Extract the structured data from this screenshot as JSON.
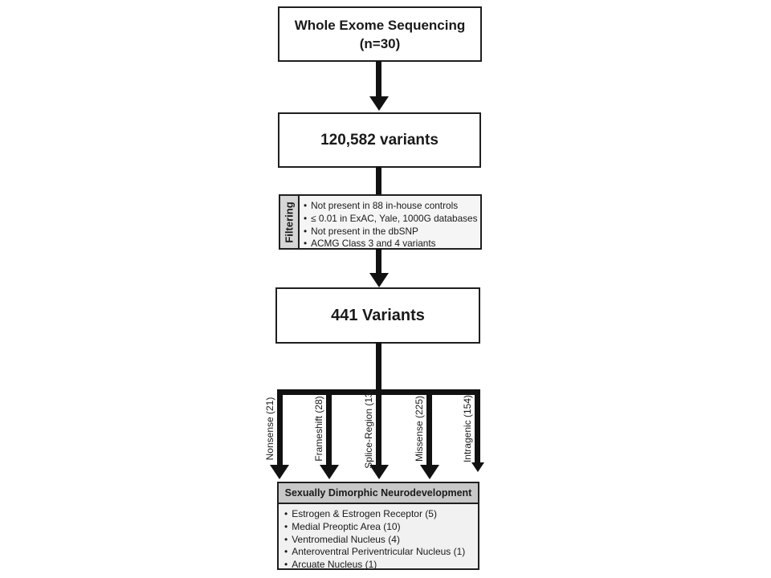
{
  "diagram": {
    "top_box": {
      "line1": "Whole Exome Sequencing",
      "line2": "(n=30)"
    },
    "variants_box": {
      "label": "120,582 variants"
    },
    "filter": {
      "side_label": "Filtering",
      "bullets": [
        "Not present in 88 in-house controls",
        "≤ 0.01 in ExAC, Yale, 1000G databases",
        "Not present in the dbSNP",
        "ACMG Class 3 and 4 variants"
      ]
    },
    "filtered_box": {
      "label": "441 Variants"
    },
    "branches": [
      {
        "label": "Nonsense (21)"
      },
      {
        "label": "Frameshift (28)"
      },
      {
        "label": "Splice-Region (13)"
      },
      {
        "label": "Missense (225)"
      },
      {
        "label": "Intragenic (154)"
      }
    ],
    "outcome": {
      "header": "Sexually Dimorphic Neurodevelopment",
      "bullets": [
        "Estrogen & Estrogen Receptor (5)",
        "Medial Preoptic Area (10)",
        "Ventromedial Nucleus (4)",
        "Anteroventral Periventricular Nucleus (1)",
        "Arcuate Nucleus (1)"
      ]
    },
    "colors": {
      "line": "#111111",
      "box_border": "#1f1f1f",
      "filter_strip_bg": "#d6d6d6",
      "filter_body_bg": "#f5f5f5",
      "outcome_header_bg": "#c8c8c8",
      "outcome_body_bg": "#f1f1f1"
    }
  }
}
